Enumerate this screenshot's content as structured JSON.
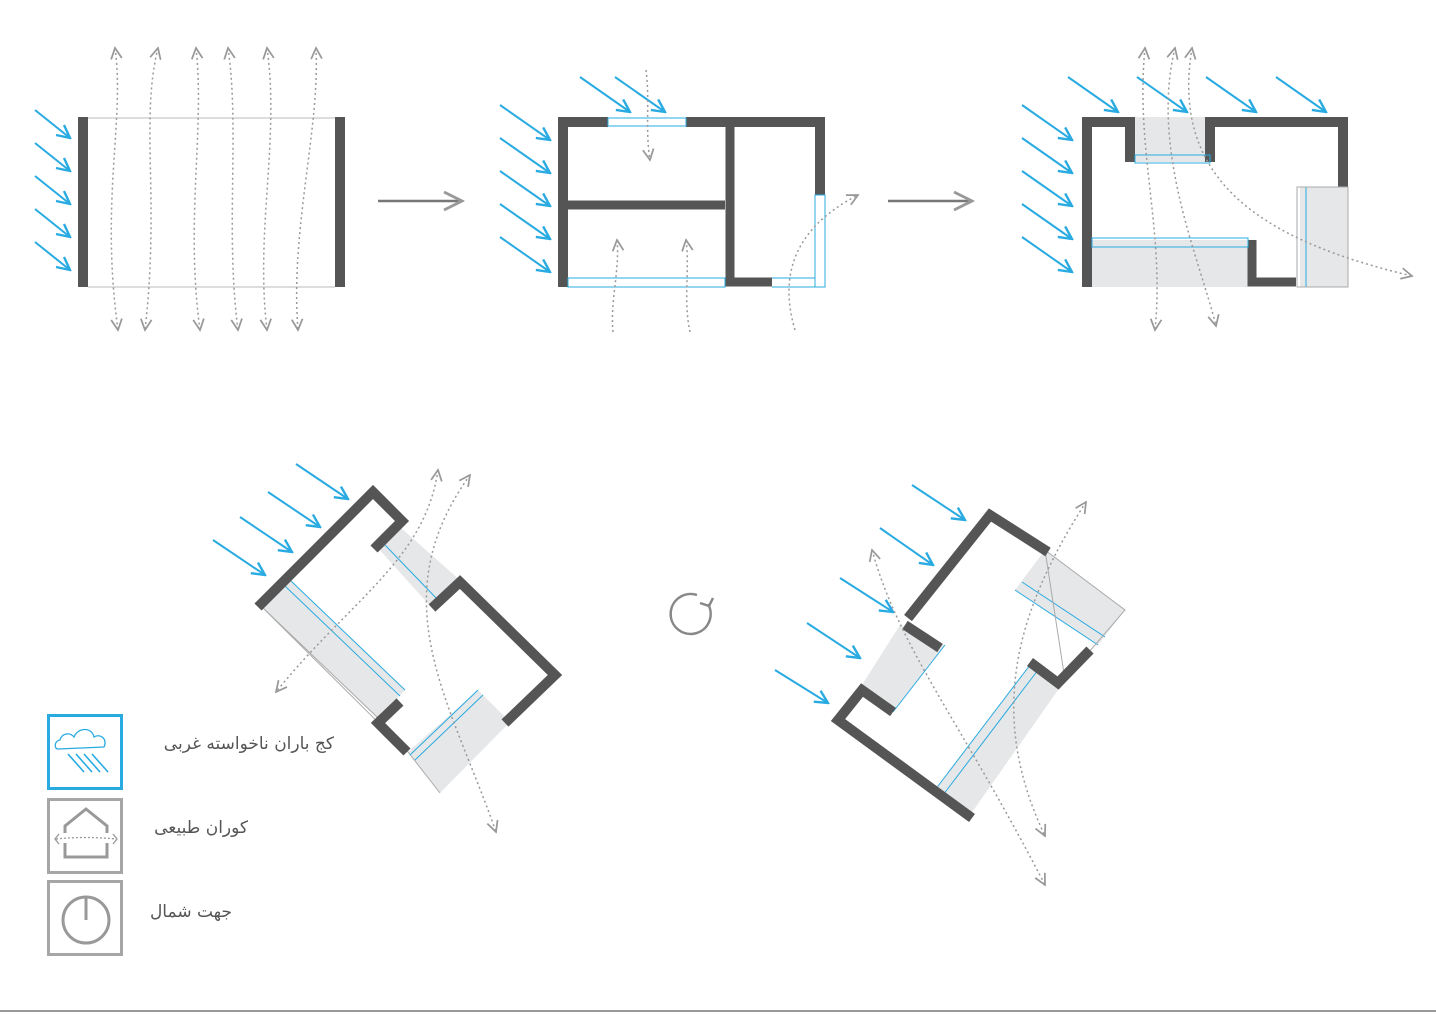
{
  "legend": {
    "rain": "کج باران ناخواسته غربی",
    "ventilation": "کوران طبیعی",
    "north": "جهت شمال"
  },
  "icons": {
    "rain": "rain-cloud-icon",
    "ventilation": "house-airflow-icon",
    "north": "north-direction-icon",
    "rotate": "rotate-clockwise-icon"
  },
  "colors": {
    "wall": "#555555",
    "rain": "#29abe2",
    "airflow": "#999999",
    "fill": "#e6e7e8"
  }
}
